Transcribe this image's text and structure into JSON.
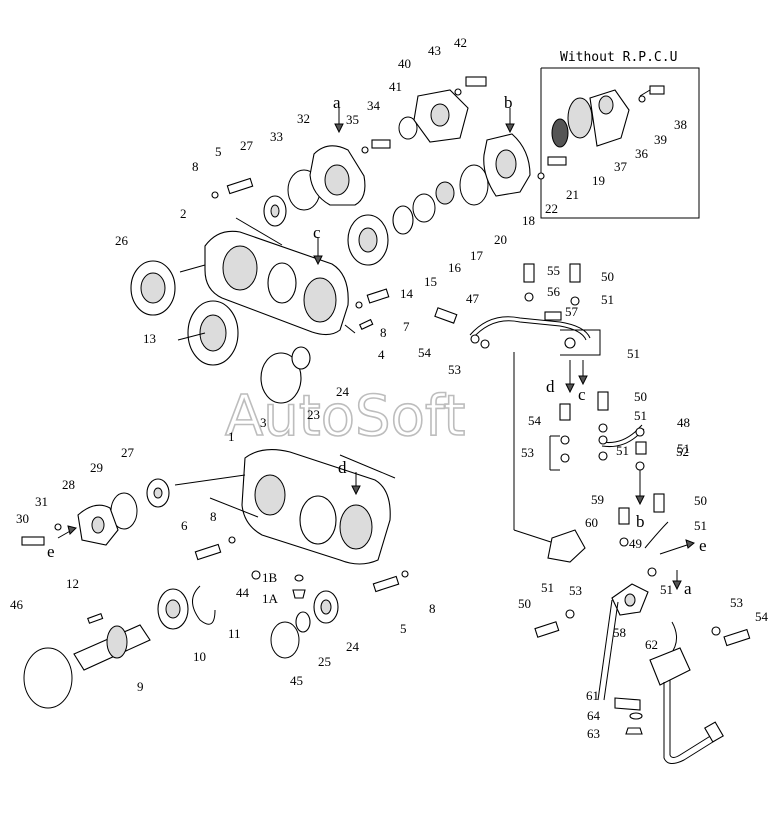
{
  "watermark": "AutoSoft",
  "inset_note": "Without R.P.C.U",
  "part_labels": {
    "p1": "1",
    "p1A": "1A",
    "p1B": "1B",
    "p2": "2",
    "p3": "3",
    "p4": "4",
    "p5a": "5",
    "p5b": "5",
    "p6": "6",
    "p7": "7",
    "p8a": "8",
    "p8b": "8",
    "p8c": "8",
    "p8d": "8",
    "p9": "9",
    "p10": "10",
    "p11": "11",
    "p12": "12",
    "p13": "13",
    "p14": "14",
    "p15": "15",
    "p16": "16",
    "p17": "17",
    "p18": "18",
    "p19": "19",
    "p20": "20",
    "p21": "21",
    "p22": "22",
    "p23": "23",
    "p24a": "24",
    "p24b": "24",
    "p25": "25",
    "p26": "26",
    "p27a": "27",
    "p27b": "27",
    "p28": "28",
    "p29": "29",
    "p30": "30",
    "p31": "31",
    "p32": "32",
    "p33": "33",
    "p34": "34",
    "p35": "35",
    "p36": "36",
    "p37": "37",
    "p38": "38",
    "p39": "39",
    "p40": "40",
    "p41": "41",
    "p42": "42",
    "p43": "43",
    "p44": "44",
    "p45": "45",
    "p46": "46",
    "p47": "47",
    "p48": "48",
    "p49": "49",
    "p50a": "50",
    "p50b": "50",
    "p50c": "50",
    "p50d": "50",
    "p51a": "51",
    "p51b": "51",
    "p51c": "51",
    "p51d": "51",
    "p51e": "51",
    "p51f": "51",
    "p51g": "51",
    "p51h": "51",
    "p52": "52",
    "p53a": "53",
    "p53b": "53",
    "p53c": "53",
    "p53d": "53",
    "p54a": "54",
    "p54b": "54",
    "p54c": "54",
    "p55": "55",
    "p56": "56",
    "p57": "57",
    "p58": "58",
    "p59": "59",
    "p60": "60",
    "p61": "61",
    "p62": "62",
    "p63": "63",
    "p64": "64"
  },
  "callouts": {
    "a1": "a",
    "a2": "a",
    "b1": "b",
    "b2": "b",
    "c1": "c",
    "c2": "c",
    "d1": "d",
    "d2": "d",
    "e1": "e",
    "e2": "e"
  }
}
